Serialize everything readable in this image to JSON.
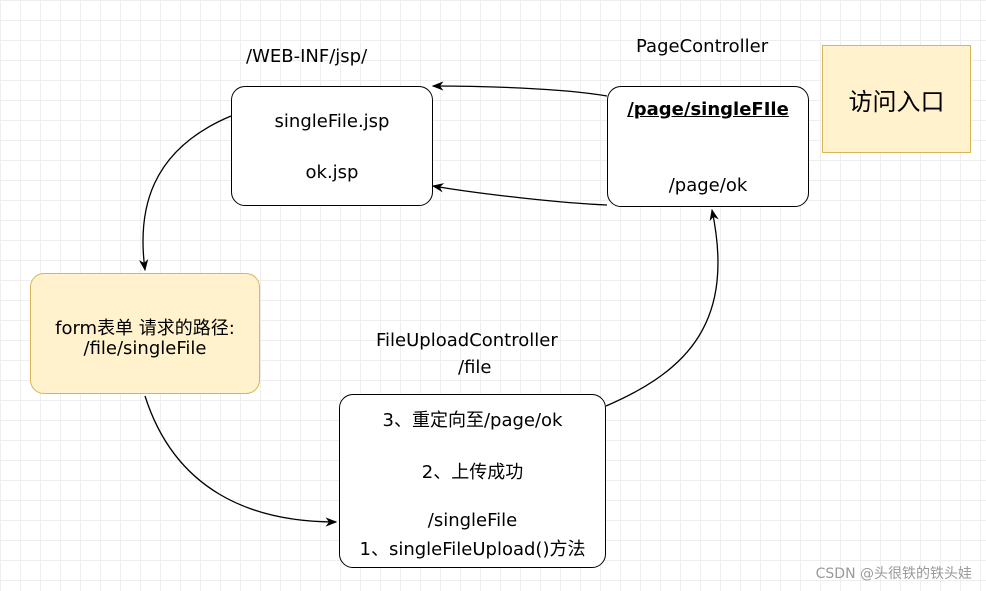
{
  "labels": {
    "jsp_dir": "/WEB-INF/jsp/",
    "page_controller": "PageController",
    "upload_controller": "FileUploadController",
    "upload_controller_path": "/file"
  },
  "jsp_box": {
    "line1": "singleFile.jsp",
    "line2": "ok.jsp"
  },
  "page_box": {
    "line1": "/page/singleFIle",
    "line2": "/page/ok"
  },
  "entry_note": {
    "text": "访问入口"
  },
  "form_box": {
    "line1": "form表单 请求的路径:",
    "line2": "/file/singleFile"
  },
  "upload_box": {
    "line1": "3、重定向至/page/ok",
    "line2": "2、上传成功",
    "line3": "/singleFile",
    "line4": "1、singleFileUpload()方法"
  },
  "watermark": "CSDN @头很铁的铁头娃",
  "colors": {
    "note_fill": "#fff2cc",
    "note_stroke": "#d6b656",
    "grid": "#eeeeee"
  }
}
